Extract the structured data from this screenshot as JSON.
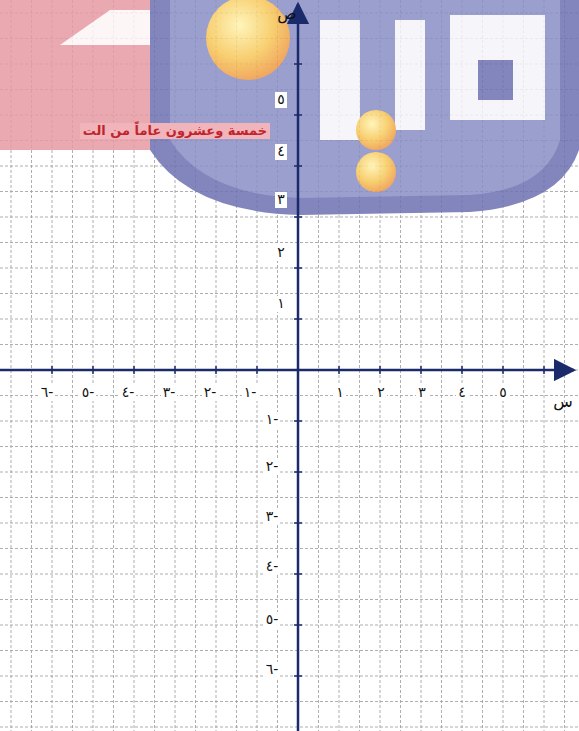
{
  "diagram": {
    "labels": [
      "ص",
      "س",
      "١",
      "٢",
      "٣",
      "٤",
      "٥",
      "١-",
      "٢-",
      "٣-",
      "٤-",
      "٥-",
      "٦-",
      "١",
      "٢",
      "٣",
      "٤",
      "٥",
      "١-",
      "٢-",
      "٣-",
      "٤-",
      "٥-",
      "٦-",
      "خمسة وعشرون عاماً من الت"
    ]
  }
}
